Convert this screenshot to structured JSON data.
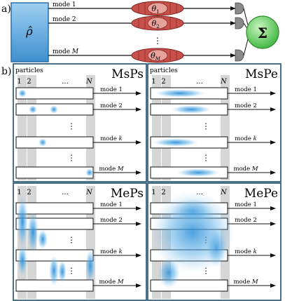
{
  "part_a": {
    "label": "a)",
    "rho": "ρ̂",
    "modes": [
      {
        "label": "mode 1",
        "theta": "θ",
        "sub": "1"
      },
      {
        "label": "mode 2",
        "theta": "θ",
        "sub": "2"
      },
      {
        "label": "mode M",
        "theta": "θ",
        "sub": "M"
      }
    ],
    "dots": "⋮",
    "sum": "Σ"
  },
  "part_b": {
    "label": "b)",
    "panels": [
      {
        "title": "MsPs",
        "particles": "particles",
        "cols": [
          "1",
          "2",
          "…",
          "N"
        ],
        "modes": [
          "mode 1",
          "mode 2",
          "mode k",
          "mode M"
        ]
      },
      {
        "title": "MsPe",
        "particles": "particles",
        "cols": [
          "1",
          "2",
          "…",
          "N"
        ],
        "modes": [
          "mode 1",
          "mode 2",
          "mode k",
          "mode M"
        ]
      },
      {
        "title": "MePs",
        "particles": "",
        "cols": [
          "1",
          "2",
          "…",
          "N"
        ],
        "modes": [
          "mode 1",
          "mode 2",
          "mode k",
          "mode M"
        ]
      },
      {
        "title": "MePe",
        "particles": "",
        "cols": [
          "1",
          "2",
          "…",
          "N"
        ],
        "modes": [
          "mode 1",
          "mode 2",
          "mode k",
          "mode M"
        ]
      }
    ],
    "vdots": "⋮"
  },
  "colors": {
    "rho_fill": "#5aa9df",
    "rho_stroke": "#2a6fa8",
    "phase_fill": "#c8504a",
    "detector": "#888888",
    "sum_fill": "#7ddb7d",
    "panel_border": "#1f4f6e",
    "gray_col": "#d4d4d4",
    "blob": "#2a8fd6"
  }
}
